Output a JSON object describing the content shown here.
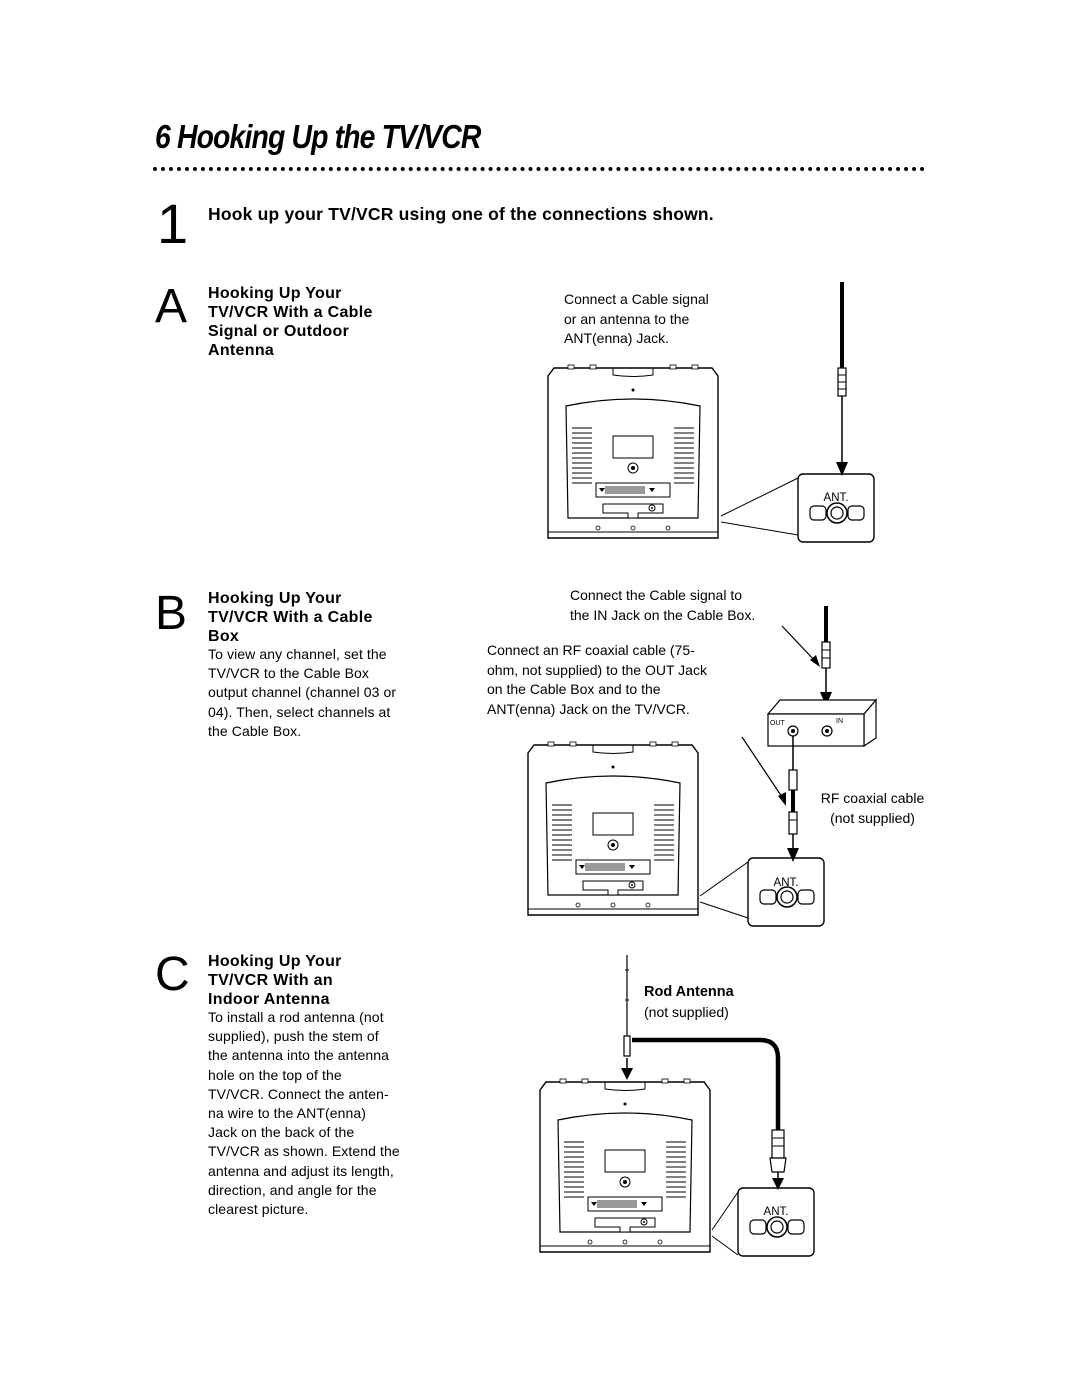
{
  "page": {
    "title": "6  Hooking Up the TV/VCR",
    "step": {
      "number": "1",
      "text": "Hook up your TV/VCR using one of the connections shown."
    }
  },
  "sections": {
    "a": {
      "letter": "A",
      "heading": [
        "Hooking Up Your",
        "TV/VCR With a Cable",
        "Signal or Outdoor",
        "Antenna"
      ],
      "caption": [
        "Connect a Cable signal",
        "or an antenna to the",
        "ANT(enna) Jack."
      ],
      "ant_label": "ANT."
    },
    "b": {
      "letter": "B",
      "heading": [
        "Hooking Up Your",
        "TV/VCR With a Cable",
        "Box"
      ],
      "body": [
        "To view any channel, set the",
        "TV/VCR to the Cable Box",
        "output channel (channel 03 or",
        "04). Then, select channels at",
        "the Cable Box."
      ],
      "caption_top": [
        "Connect the Cable signal to",
        "the IN Jack on the Cable Box."
      ],
      "caption_mid": [
        "Connect an RF coaxial cable (75-",
        "ohm, not supplied) to the OUT Jack",
        "on the Cable Box and to the",
        "ANT(enna) Jack on the TV/VCR."
      ],
      "cable_label": [
        "RF coaxial cable",
        "(not supplied)"
      ],
      "box_out": "OUT",
      "box_in": "IN",
      "ant_label": "ANT."
    },
    "c": {
      "letter": "C",
      "heading": [
        "Hooking Up Your",
        "TV/VCR With an",
        "Indoor Antenna"
      ],
      "body": [
        "To install a rod antenna (not",
        "supplied), push the stem of",
        "the antenna into the antenna",
        "hole on the top of the",
        "TV/VCR. Connect the anten-",
        "na wire to the ANT(enna)",
        "Jack on the back of the",
        "TV/VCR as shown. Extend the",
        "antenna and adjust its length,",
        "direction, and angle for the",
        "clearest picture."
      ],
      "rod_title": "Rod Antenna",
      "rod_sub": "(not supplied)",
      "ant_label": "ANT."
    }
  }
}
